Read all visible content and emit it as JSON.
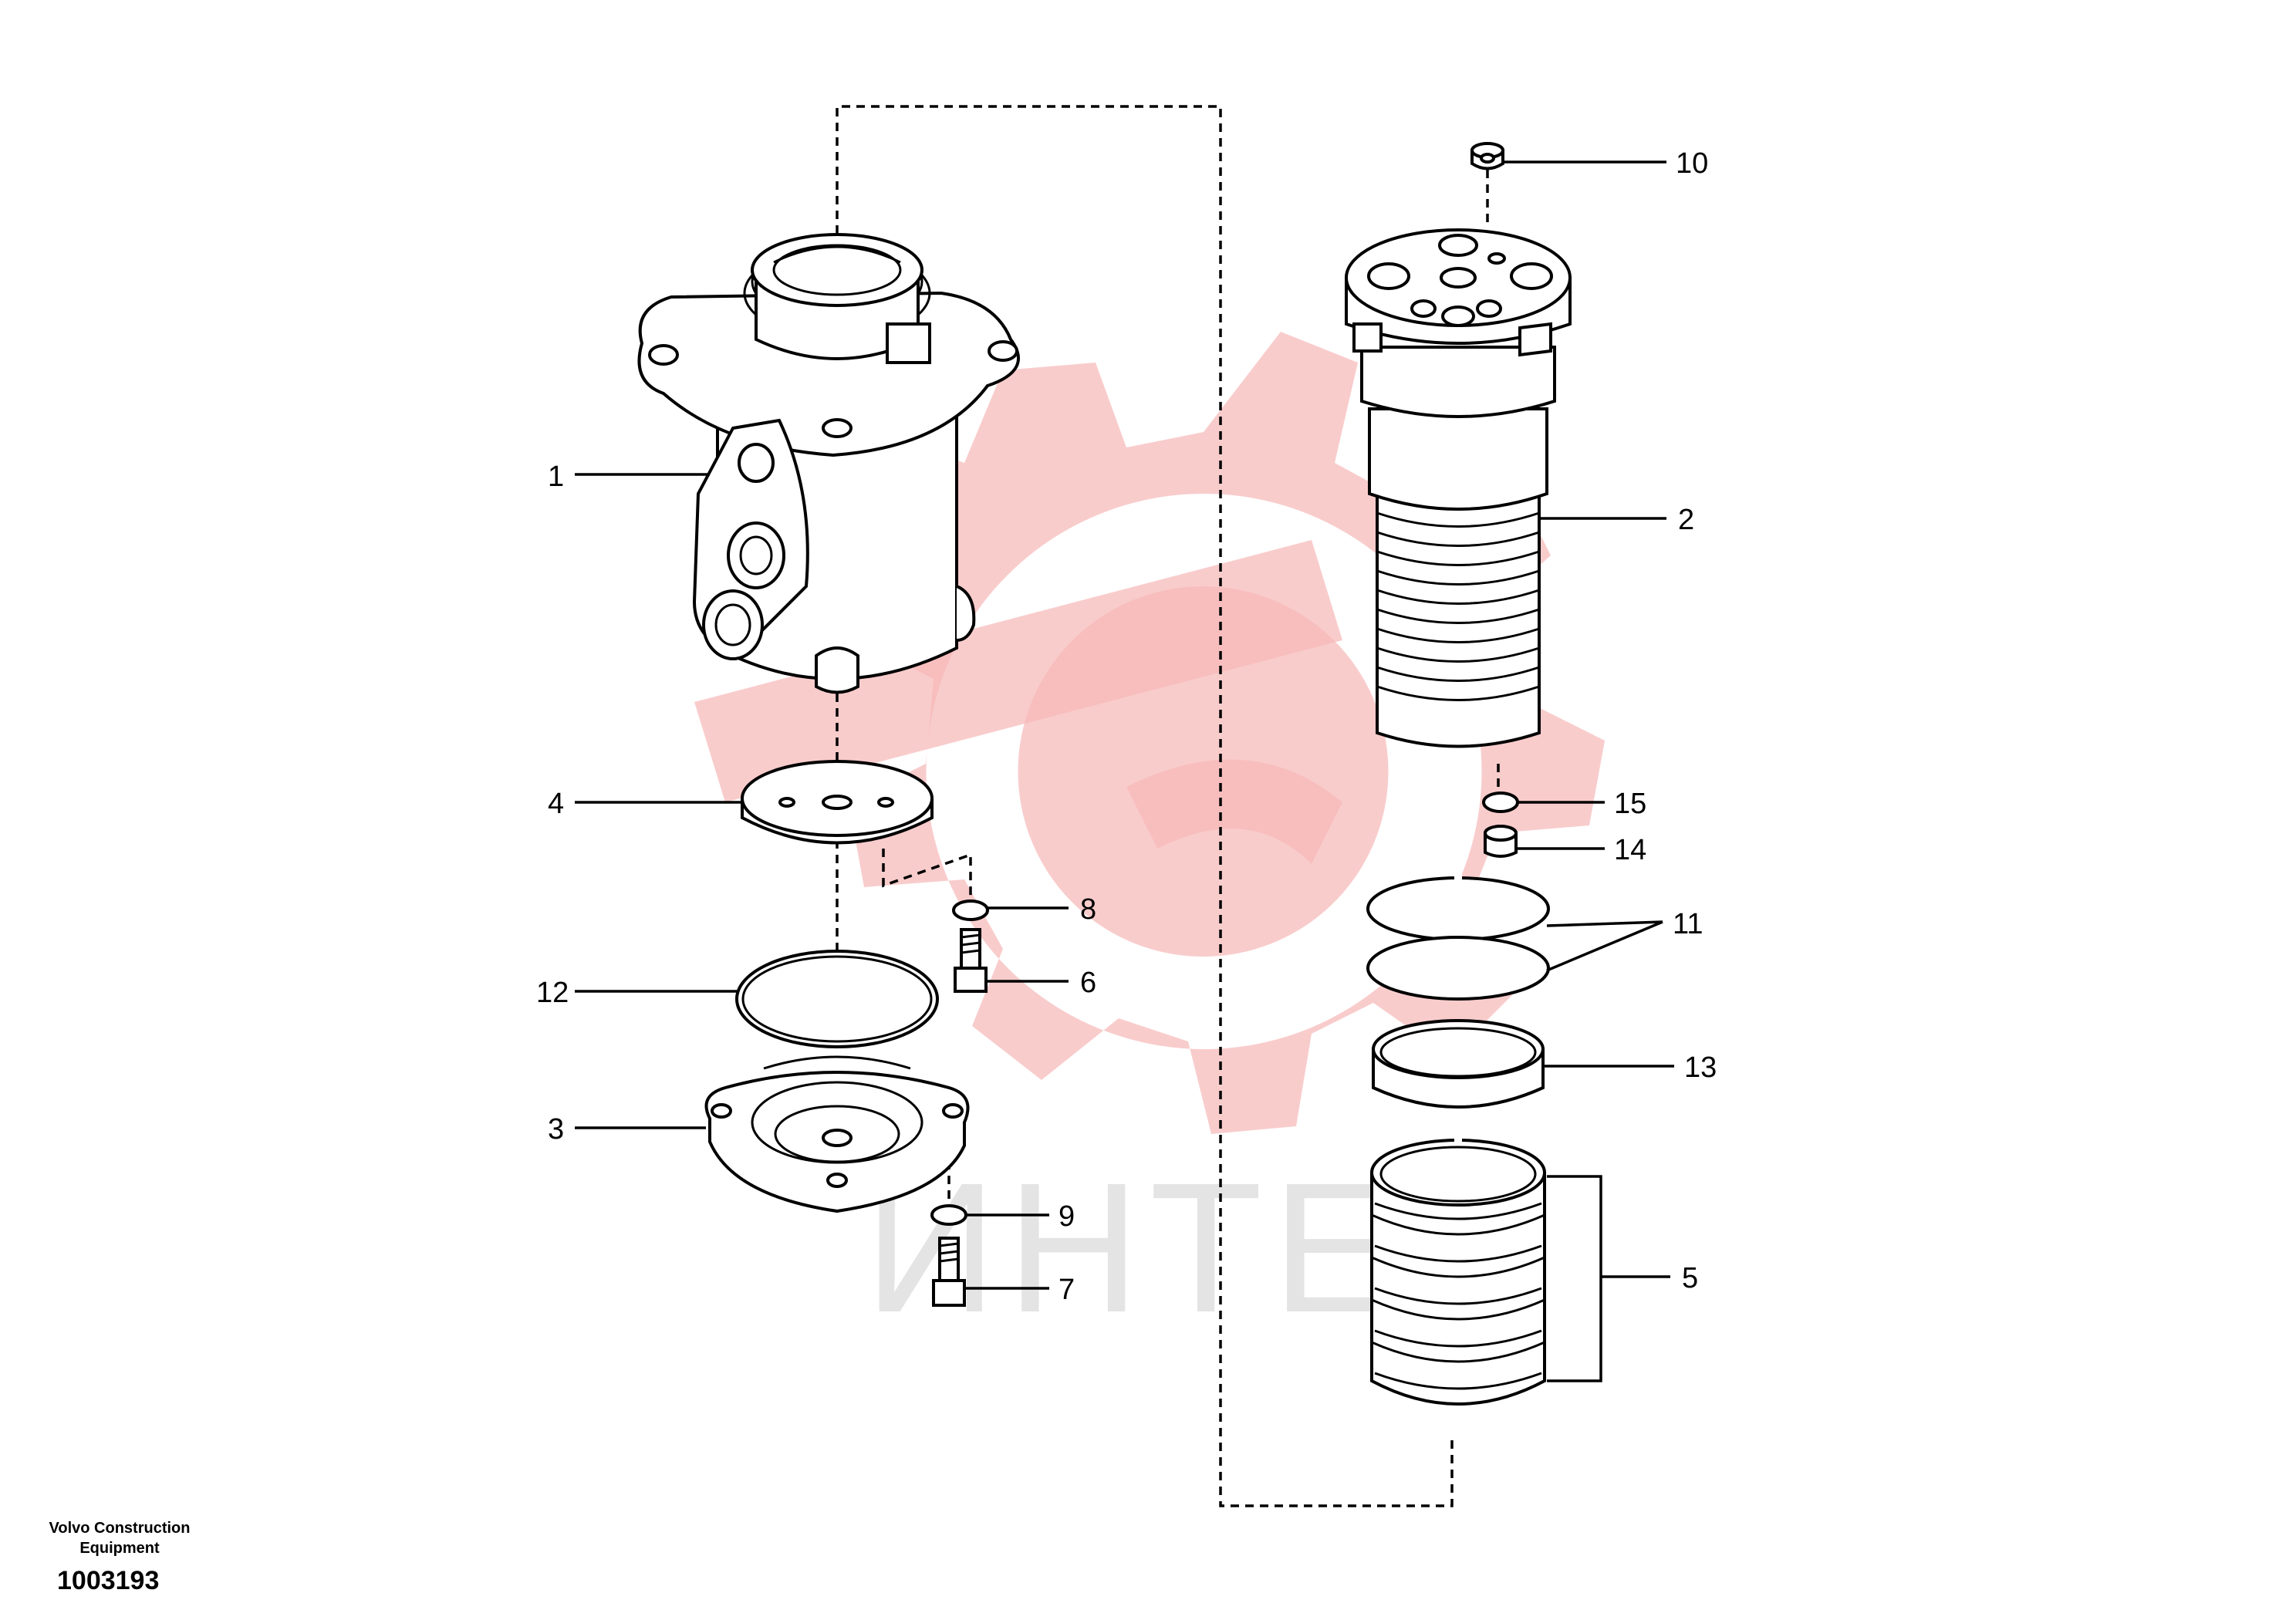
{
  "document": {
    "maker": "Volvo Construction Equipment",
    "code": "1003193"
  },
  "watermark": {
    "text": "ИНТЕХ",
    "color": "#f4a6a6"
  },
  "callouts": [
    {
      "id": "1",
      "label": "1"
    },
    {
      "id": "2",
      "label": "2"
    },
    {
      "id": "3",
      "label": "3"
    },
    {
      "id": "4",
      "label": "4"
    },
    {
      "id": "5",
      "label": "5"
    },
    {
      "id": "6",
      "label": "6"
    },
    {
      "id": "7",
      "label": "7"
    },
    {
      "id": "8",
      "label": "8"
    },
    {
      "id": "9",
      "label": "9"
    },
    {
      "id": "10",
      "label": "10"
    },
    {
      "id": "11",
      "label": "11"
    },
    {
      "id": "12",
      "label": "12"
    },
    {
      "id": "13",
      "label": "13"
    },
    {
      "id": "14",
      "label": "14"
    },
    {
      "id": "15",
      "label": "15"
    }
  ]
}
